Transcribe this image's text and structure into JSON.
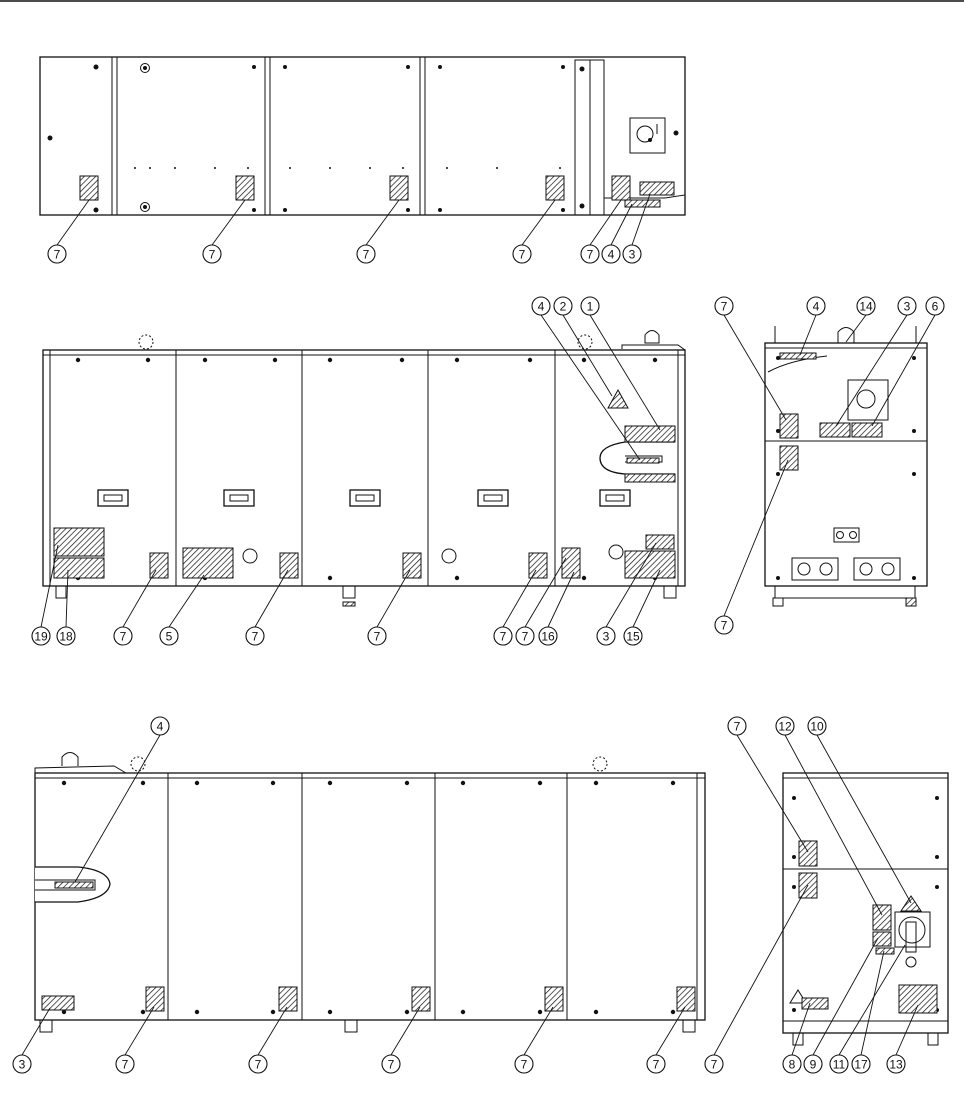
{
  "callouts": {
    "top_view": [
      "7",
      "7",
      "7",
      "7",
      "7",
      "4",
      "3"
    ],
    "front_view": [
      "4",
      "2",
      "1",
      "19",
      "18",
      "7",
      "5",
      "7",
      "7",
      "7",
      "7",
      "16",
      "3",
      "15"
    ],
    "right_end_view": [
      "7",
      "4",
      "14",
      "3",
      "6",
      "7"
    ],
    "rear_view": [
      "4",
      "3",
      "7",
      "7",
      "7",
      "7",
      "7"
    ],
    "left_end_view": [
      "7",
      "12",
      "10",
      "7",
      "8",
      "9",
      "11",
      "17",
      "13"
    ]
  },
  "colors": {
    "line": "#111111",
    "background": "#ffffff"
  }
}
